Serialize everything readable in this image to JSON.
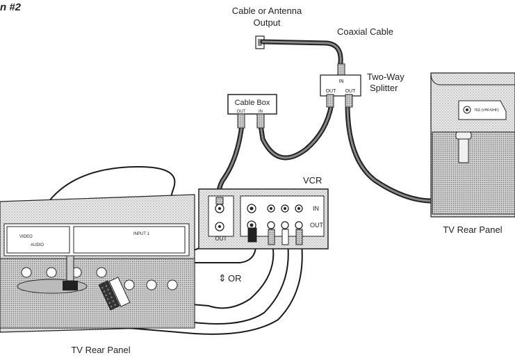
{
  "heading_fragment": "n #2",
  "labels": {
    "source": "Cable or Antenna",
    "source_line2": "Output",
    "coax": "Coaxial Cable",
    "splitter": "Two-Way",
    "splitter_line2": "Splitter",
    "cable_box": "Cable Box",
    "vcr": "VCR",
    "or": "OR",
    "tv_right": "TV Rear Panel",
    "tv_bottom": "TV Rear Panel"
  },
  "ports": {
    "splitter_in": "IN",
    "splitter_out1": "OUT",
    "splitter_out2": "OUT",
    "cablebox_out": "OUT",
    "cablebox_in": "IN",
    "vcr_in": "IN",
    "vcr_out": "OUT",
    "vcr_rf_out": "OUT",
    "tv_rf": "75Ω (VHF/UHF)",
    "tv_input": "INPUT 1",
    "tv_video": "VIDEO",
    "tv_audio": "AUDIO"
  }
}
